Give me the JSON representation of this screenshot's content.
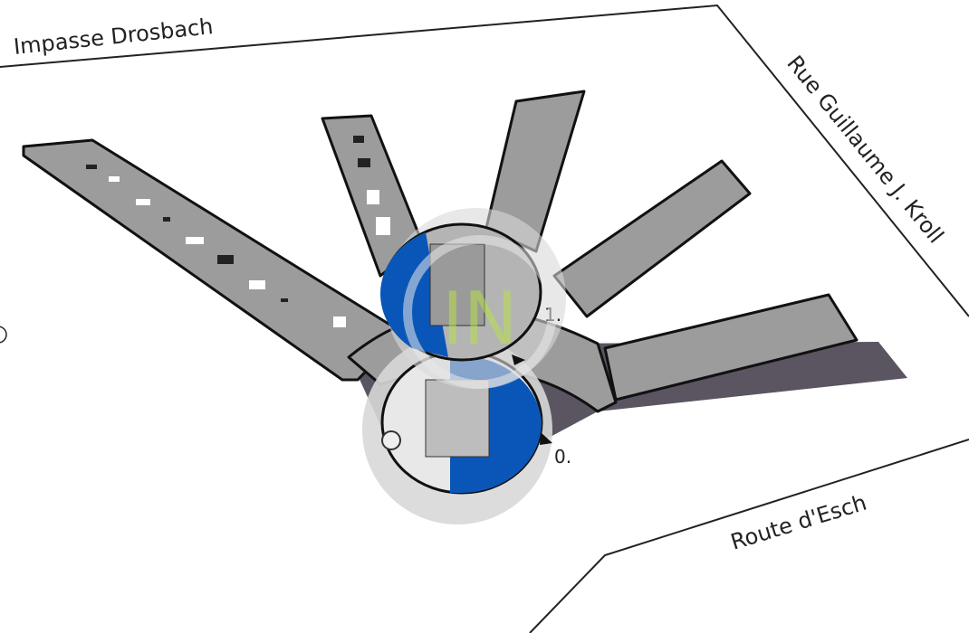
{
  "streets": {
    "north": "Impasse Drosbach",
    "east": "Rue Guillaume J. Kroll",
    "south": "Route d'Esch"
  },
  "levels": [
    {
      "label": "1.",
      "color": "#0a56b8"
    },
    {
      "label": "0.",
      "color": "#0a56b8"
    }
  ],
  "watermark": "IN",
  "colors": {
    "building": "#9c9c9c",
    "shadow": "#5a5560",
    "level_highlight": "#0a56b8",
    "watermark": "#b8e04a"
  }
}
